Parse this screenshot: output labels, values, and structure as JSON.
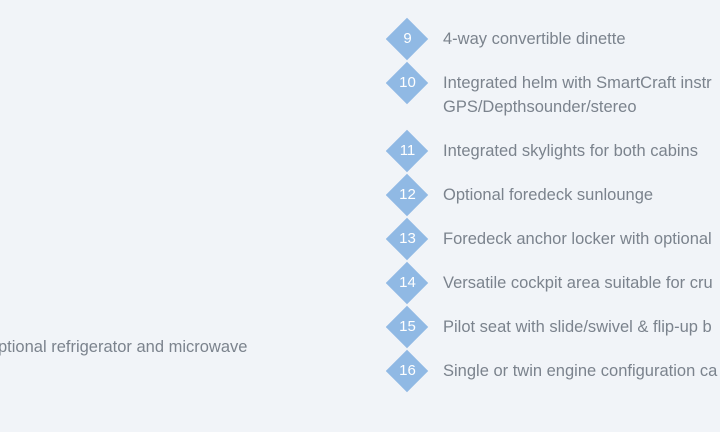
{
  "left_fragment": "ptional refrigerator and microwave",
  "features": [
    {
      "number": "9",
      "lines": [
        "4-way convertible dinette"
      ]
    },
    {
      "number": "10",
      "lines": [
        "Integrated helm with SmartCraft instr",
        "GPS/Depthsounder/stereo"
      ]
    },
    {
      "number": "11",
      "lines": [
        "Integrated skylights for both cabins"
      ]
    },
    {
      "number": "12",
      "lines": [
        "Optional foredeck sunlounge"
      ]
    },
    {
      "number": "13",
      "lines": [
        "Foredeck anchor locker with optional"
      ]
    },
    {
      "number": "14",
      "lines": [
        "Versatile cockpit area suitable for cru"
      ]
    },
    {
      "number": "15",
      "lines": [
        "Pilot seat with slide/swivel & flip-up b"
      ]
    },
    {
      "number": "16",
      "lines": [
        "Single or twin engine configuration ca"
      ]
    }
  ],
  "colors": {
    "background": "#f1f4f8",
    "badge": "#90b9e4",
    "text": "#7b838d"
  }
}
